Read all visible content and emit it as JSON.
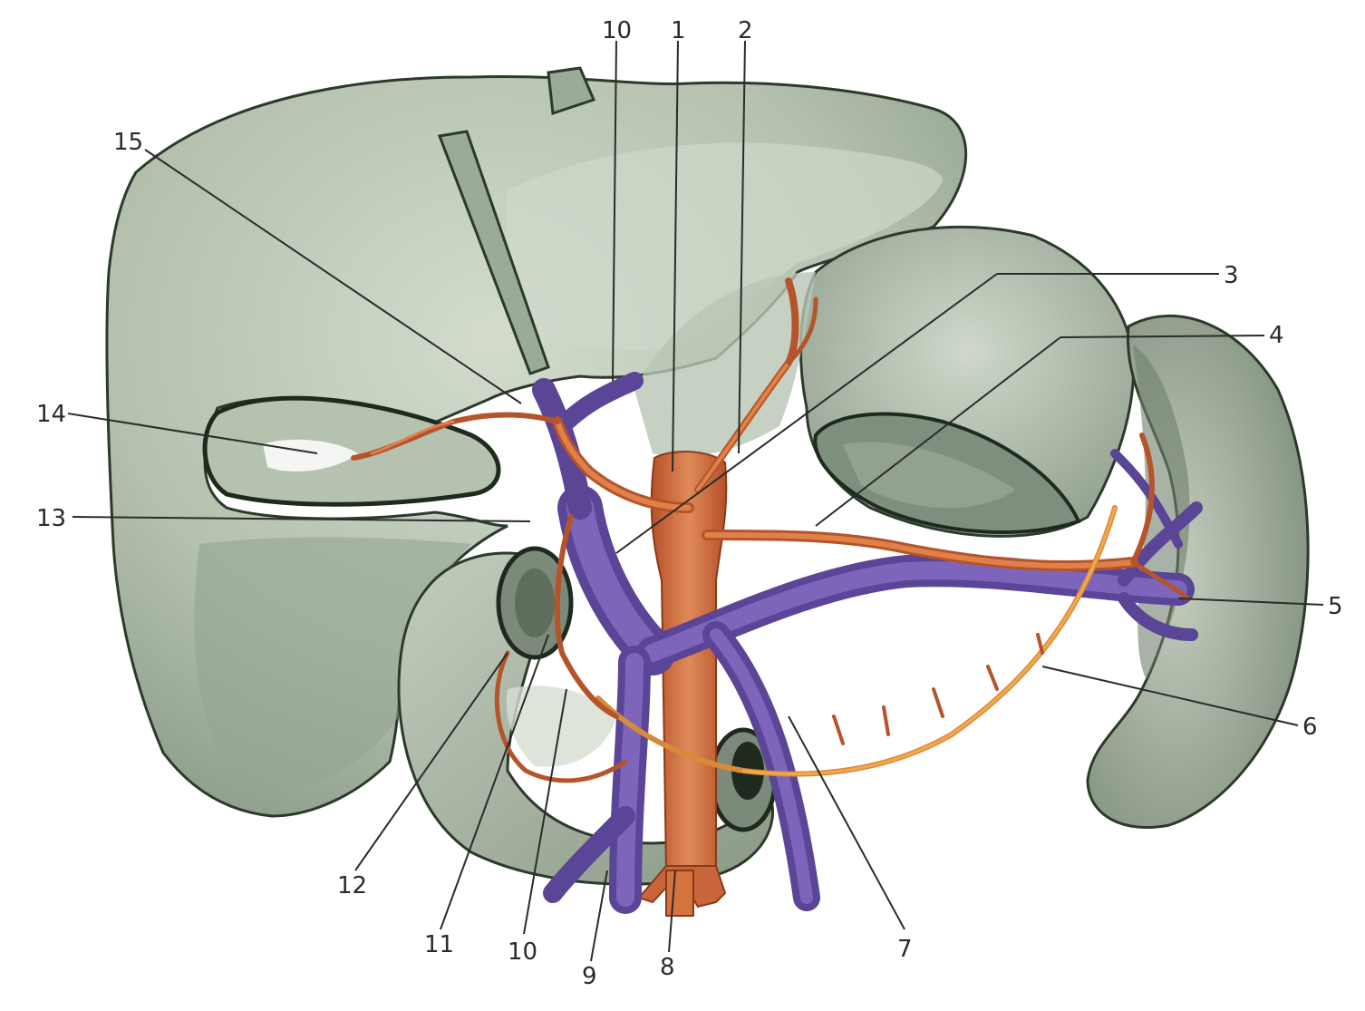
{
  "colors": {
    "organ_light": "#c9d3c4",
    "organ_mid": "#a9b8a6",
    "organ_dark": "#7f8f7d",
    "vein": "#6a52a8",
    "vein_dark": "#4d3a86",
    "artery": "#d9743f",
    "artery_dark": "#b5542a",
    "background": "#ffffff"
  },
  "labels": [
    {
      "id": "label-1",
      "text": "1"
    },
    {
      "id": "label-2",
      "text": "2"
    },
    {
      "id": "label-3",
      "text": "3"
    },
    {
      "id": "label-4",
      "text": "4"
    },
    {
      "id": "label-5",
      "text": "5"
    },
    {
      "id": "label-6",
      "text": "6"
    },
    {
      "id": "label-7",
      "text": "7"
    },
    {
      "id": "label-8",
      "text": "8"
    },
    {
      "id": "label-9",
      "text": "9"
    },
    {
      "id": "label-10-bottom",
      "text": "10"
    },
    {
      "id": "label-10-top",
      "text": "10"
    },
    {
      "id": "label-11",
      "text": "11"
    },
    {
      "id": "label-12",
      "text": "12"
    },
    {
      "id": "label-13",
      "text": "13"
    },
    {
      "id": "label-14",
      "text": "14"
    },
    {
      "id": "label-15",
      "text": "15"
    }
  ]
}
